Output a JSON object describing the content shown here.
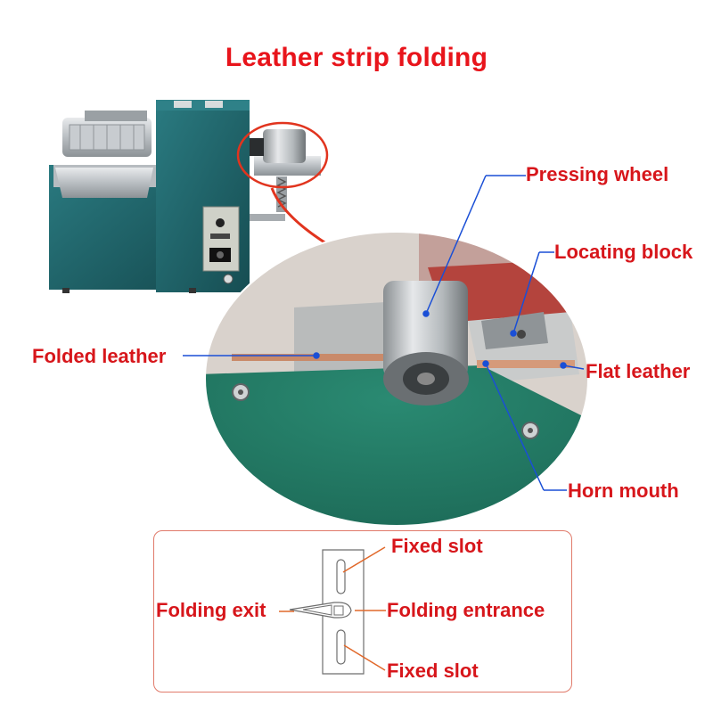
{
  "title": "Leather strip folding",
  "callouts": {
    "pressing_wheel": "Pressing wheel",
    "locating_block": "Locating block",
    "folded_leather": "Folded leather",
    "flat_leather": "Flat leather",
    "horn_mouth": "Horn mouth"
  },
  "schematic": {
    "fixed_slot_top": "Fixed slot",
    "folding_exit": "Folding exit",
    "folding_entrance": "Folding entrance",
    "fixed_slot_bottom": "Fixed slot"
  },
  "colors": {
    "label_red": "#d7161b",
    "leader_blue": "#1a4fd6",
    "machine_teal": "#1d5e64",
    "circle_red": "#e1341e"
  }
}
